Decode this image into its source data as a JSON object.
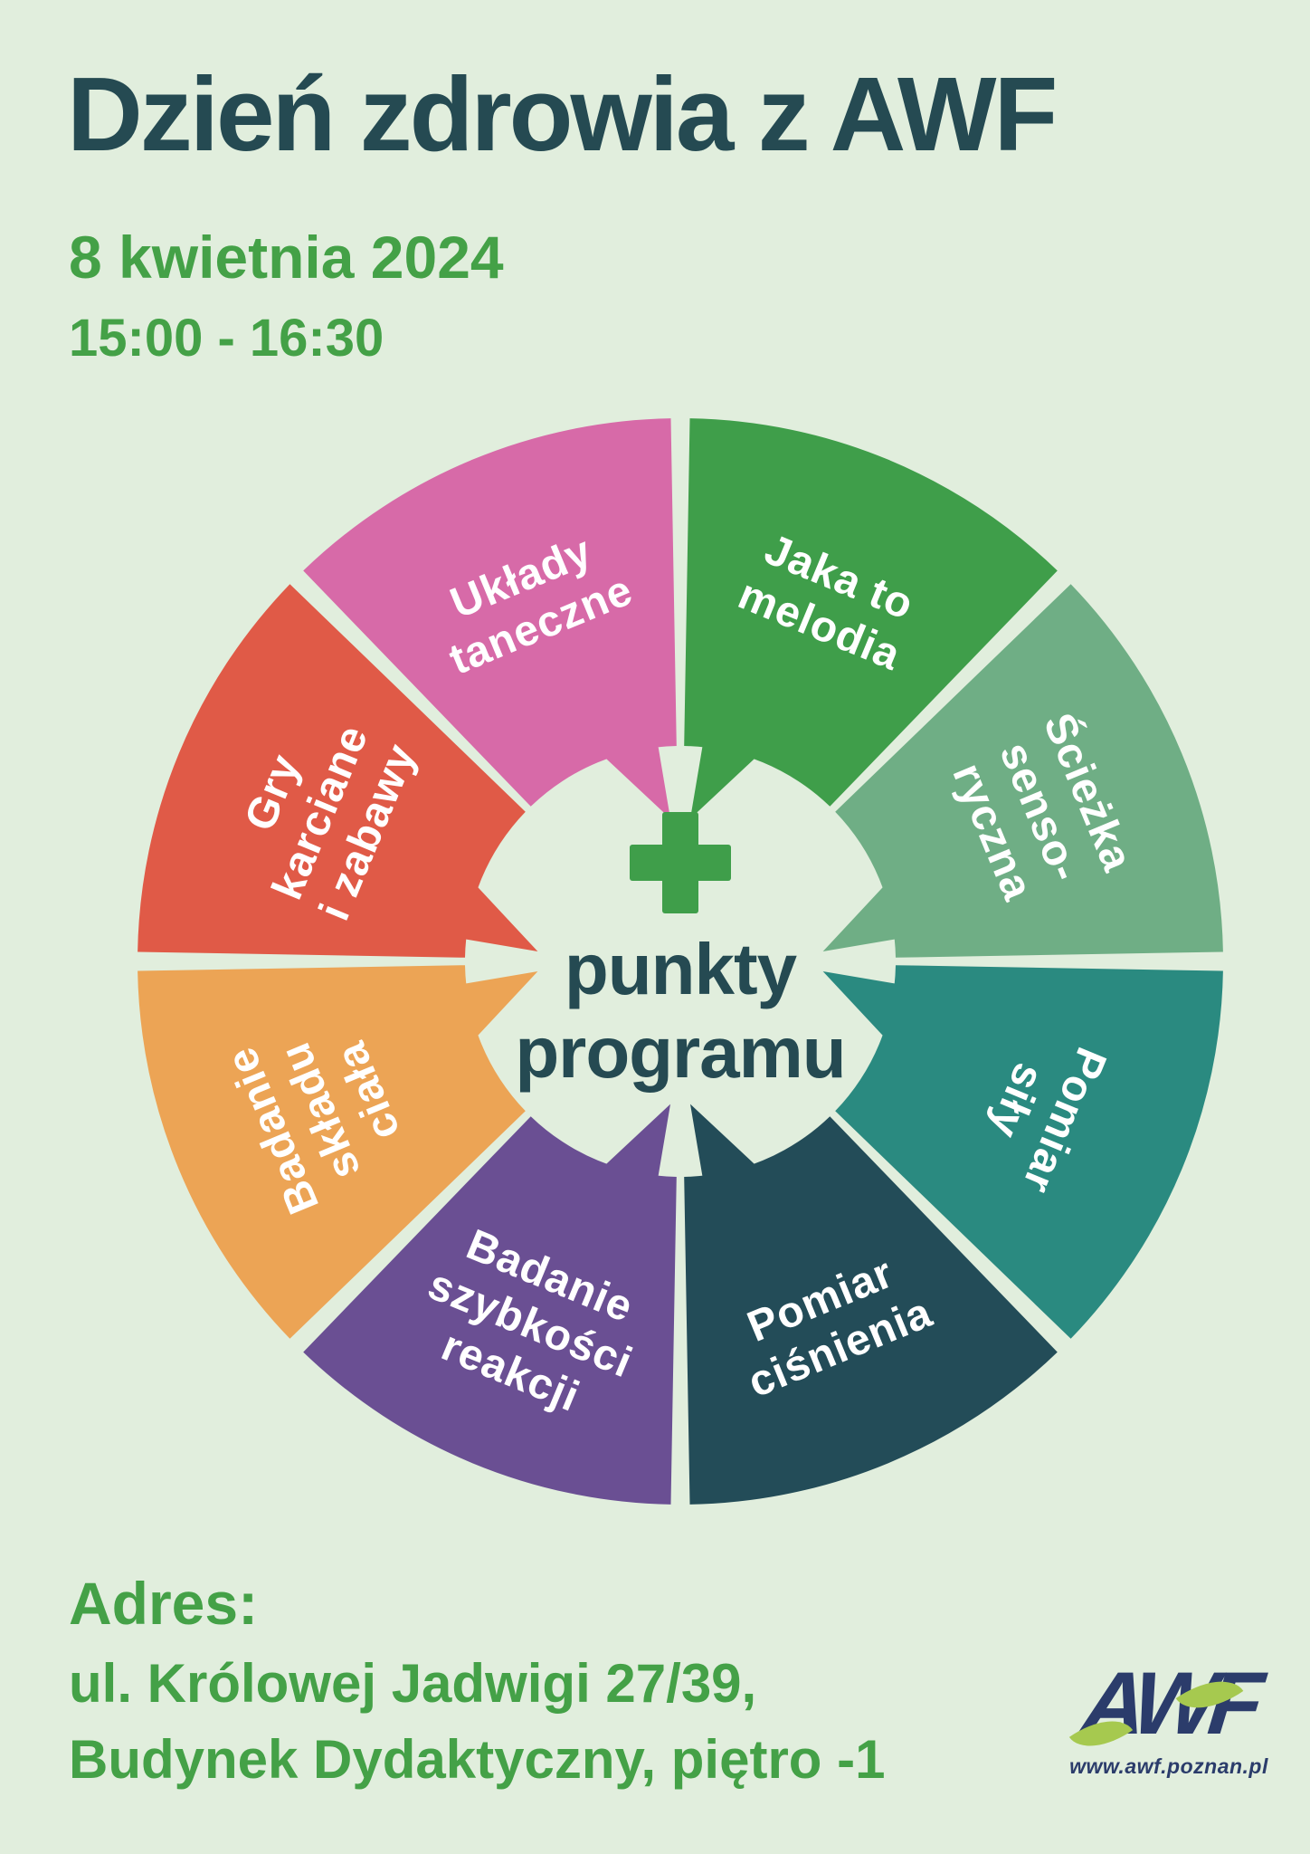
{
  "poster": {
    "title": "Dzień zdrowia z AWF",
    "date": "8 kwietnia 2024",
    "time": "15:00 - 16:30",
    "address": {
      "label": "Adres:",
      "line1": "ul. Królowej Jadwigi 27/39,",
      "line2": "Budynek Dydaktyczny, piętro -1"
    },
    "logo": {
      "text": "AWF",
      "website": "www.awf.poznan.pl"
    }
  },
  "wheel": {
    "center": {
      "icon": "plus-icon",
      "line1": "punkty",
      "line2": "programu"
    },
    "segments": [
      {
        "label": "Jaka to melodia",
        "lines": [
          "Jaka to",
          "melodia"
        ],
        "color": "#3f9e4a",
        "start": 0,
        "end": 45,
        "tail": "start",
        "rotation": 22.5
      },
      {
        "label": "Ścieżka sensoryczna",
        "lines": [
          "Ścieżka",
          "senso-",
          "ryczna"
        ],
        "color": "#6fae85",
        "start": 45,
        "end": 90,
        "tail": "end",
        "rotation": 67.5
      },
      {
        "label": "Pomiar siły",
        "lines": [
          "Pomiar",
          "siły"
        ],
        "color": "#2a8a80",
        "start": 90,
        "end": 135,
        "tail": "start",
        "rotation": 112.5
      },
      {
        "label": "Pomiar ciśnienia",
        "lines": [
          "Pomiar",
          "ciśnienia"
        ],
        "color": "#234c58",
        "start": 135,
        "end": 180,
        "tail": "end",
        "rotation": -22.5
      },
      {
        "label": "Badanie szybkości reakcji",
        "lines": [
          "Badanie",
          "szybkości",
          "reakcji"
        ],
        "color": "#6a4f93",
        "start": 180,
        "end": 225,
        "tail": "start",
        "rotation": 22.5
      },
      {
        "label": "Badanie składu ciała",
        "lines": [
          "Badanie",
          "składu",
          "ciała"
        ],
        "color": "#eca455",
        "start": 225,
        "end": 270,
        "tail": "end",
        "rotation": -112.5
      },
      {
        "label": "Gry karciane i zabawy",
        "lines": [
          "Gry",
          "karciane",
          "i zabawy"
        ],
        "color": "#e05a47",
        "start": 270,
        "end": 315,
        "tail": "start",
        "rotation": -67.5
      },
      {
        "label": "Układy taneczne",
        "lines": [
          "Układy",
          "taneczne"
        ],
        "color": "#d76aa8",
        "start": 315,
        "end": 360,
        "tail": "end",
        "rotation": -22.5
      }
    ]
  },
  "colors": {
    "background": "#e1eedd",
    "heading": "#254a52",
    "green_text": "#44a147",
    "plus": "#3f9e4a",
    "logo_navy": "#2b3c6b",
    "logo_leaf": "#a6c94f"
  }
}
